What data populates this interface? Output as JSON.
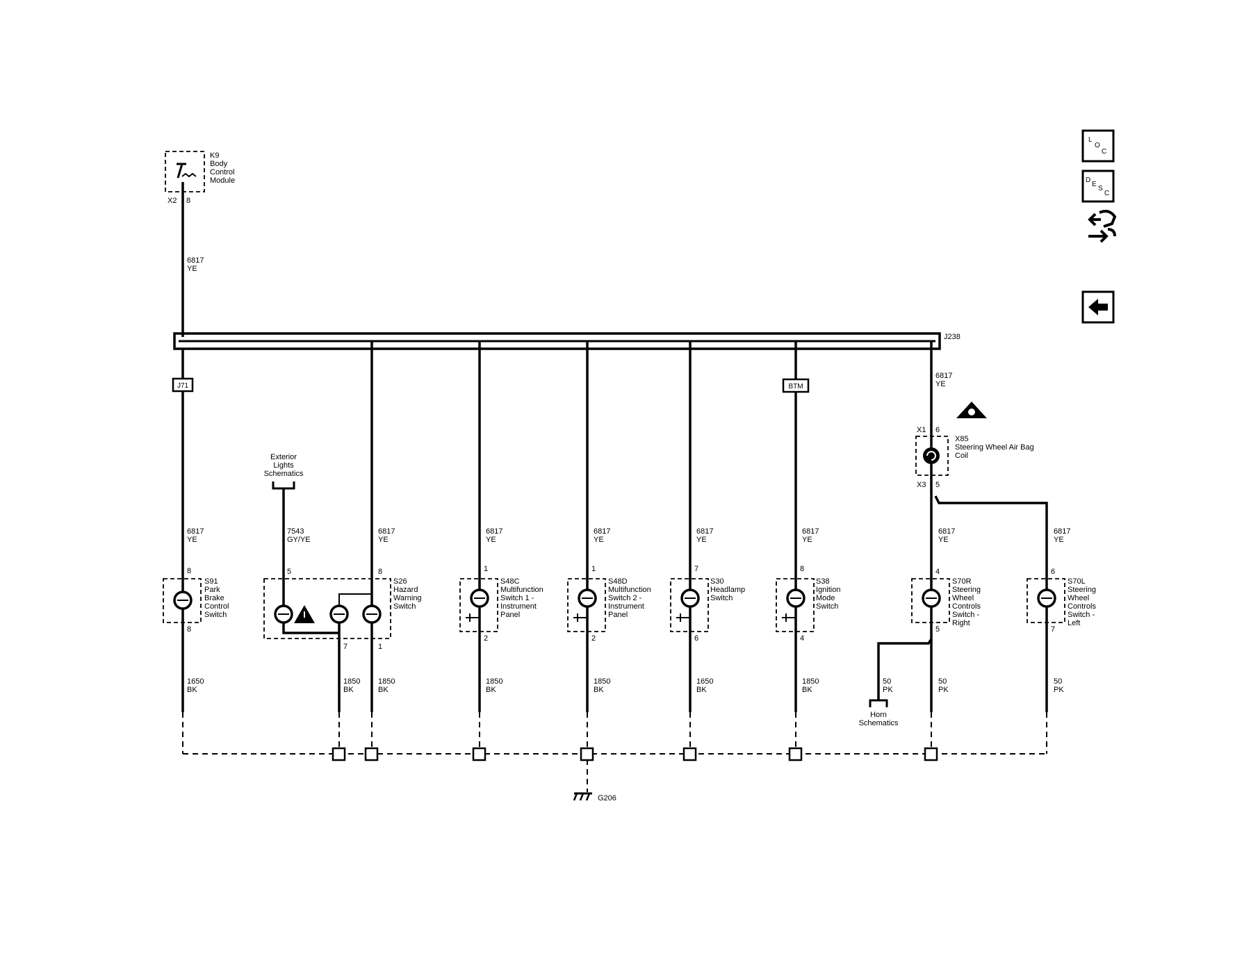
{
  "k9": {
    "id": "K9",
    "name_lines": [
      "Body",
      "Control",
      "Module"
    ],
    "conn": "X2",
    "pin": "8"
  },
  "wire_top": {
    "circuit": "6817",
    "color": "YE"
  },
  "splice": {
    "id": "J238"
  },
  "inline": {
    "j71": "J71",
    "btm": "BTM"
  },
  "x85": {
    "id": "X85",
    "name_lines": [
      "Steering Wheel Air Bag",
      "Coil"
    ],
    "conn_in": "X1",
    "pin_in": "6",
    "conn_out": "X3",
    "pin_out": "5",
    "wire_in": {
      "circuit": "6817",
      "color": "YE"
    }
  },
  "exterior_ref": {
    "lines": [
      "Exterior",
      "Lights",
      "Schematics"
    ]
  },
  "horn_ref": {
    "lines": [
      "Horn",
      "Schematics"
    ]
  },
  "hazard_feed": {
    "circuit": "7543",
    "color": "GY/YE",
    "pin": "5"
  },
  "switches": [
    {
      "id": "S91",
      "name_lines": [
        "Park",
        "Brake",
        "Control",
        "Switch"
      ],
      "pin_top": "8",
      "pin_bot": "8",
      "wire_top": {
        "circuit": "6817",
        "color": "YE"
      },
      "wire_bot": {
        "circuit": "1650",
        "color": "BK"
      }
    },
    {
      "id": "S26",
      "name_lines": [
        "Hazard",
        "Warning",
        "Switch"
      ],
      "pin_top": "8",
      "pin_bot": "1",
      "pin_bot2": "7",
      "wire_top": {
        "circuit": "6817",
        "color": "YE"
      },
      "wire_bot": {
        "circuit": "1850",
        "color": "BK"
      },
      "wire_bot2": {
        "circuit": "1850",
        "color": "BK"
      }
    },
    {
      "id": "S48C",
      "name_lines": [
        "Multifunction",
        "Switch 1 -",
        "Instrument",
        "Panel"
      ],
      "pin_top": "1",
      "pin_bot": "2",
      "wire_top": {
        "circuit": "6817",
        "color": "YE"
      },
      "wire_bot": {
        "circuit": "1850",
        "color": "BK"
      }
    },
    {
      "id": "S48D",
      "name_lines": [
        "Multifunction",
        "Switch 2 -",
        "Instrument",
        "Panel"
      ],
      "pin_top": "1",
      "pin_bot": "2",
      "wire_top": {
        "circuit": "6817",
        "color": "YE"
      },
      "wire_bot": {
        "circuit": "1850",
        "color": "BK"
      }
    },
    {
      "id": "S30",
      "name_lines": [
        "Headlamp",
        "Switch"
      ],
      "pin_top": "7",
      "pin_bot": "6",
      "wire_top": {
        "circuit": "6817",
        "color": "YE"
      },
      "wire_bot": {
        "circuit": "1650",
        "color": "BK"
      }
    },
    {
      "id": "S38",
      "name_lines": [
        "Ignition",
        "Mode",
        "Switch"
      ],
      "pin_top": "8",
      "pin_bot": "4",
      "wire_top": {
        "circuit": "6817",
        "color": "YE"
      },
      "wire_bot": {
        "circuit": "1850",
        "color": "BK"
      }
    },
    {
      "id": "S70R",
      "name_lines": [
        "Steering",
        "Wheel",
        "Controls",
        "Switch -",
        "Right"
      ],
      "pin_top": "4",
      "pin_bot": "5",
      "wire_top": {
        "circuit": "6817",
        "color": "YE"
      },
      "wire_bot": {
        "circuit": "50",
        "color": "PK"
      },
      "wire_horn": {
        "circuit": "50",
        "color": "PK"
      }
    },
    {
      "id": "S70L",
      "name_lines": [
        "Steering",
        "Wheel",
        "Controls",
        "Switch -",
        "Left"
      ],
      "pin_top": "6",
      "pin_bot": "7",
      "wire_top": {
        "circuit": "6817",
        "color": "YE"
      },
      "wire_bot": {
        "circuit": "50",
        "color": "PK"
      }
    }
  ],
  "ground": {
    "id": "G206"
  },
  "nav": {
    "loc": [
      "L",
      "O",
      "C"
    ],
    "desc": [
      "D",
      "E",
      "S",
      "C"
    ]
  }
}
